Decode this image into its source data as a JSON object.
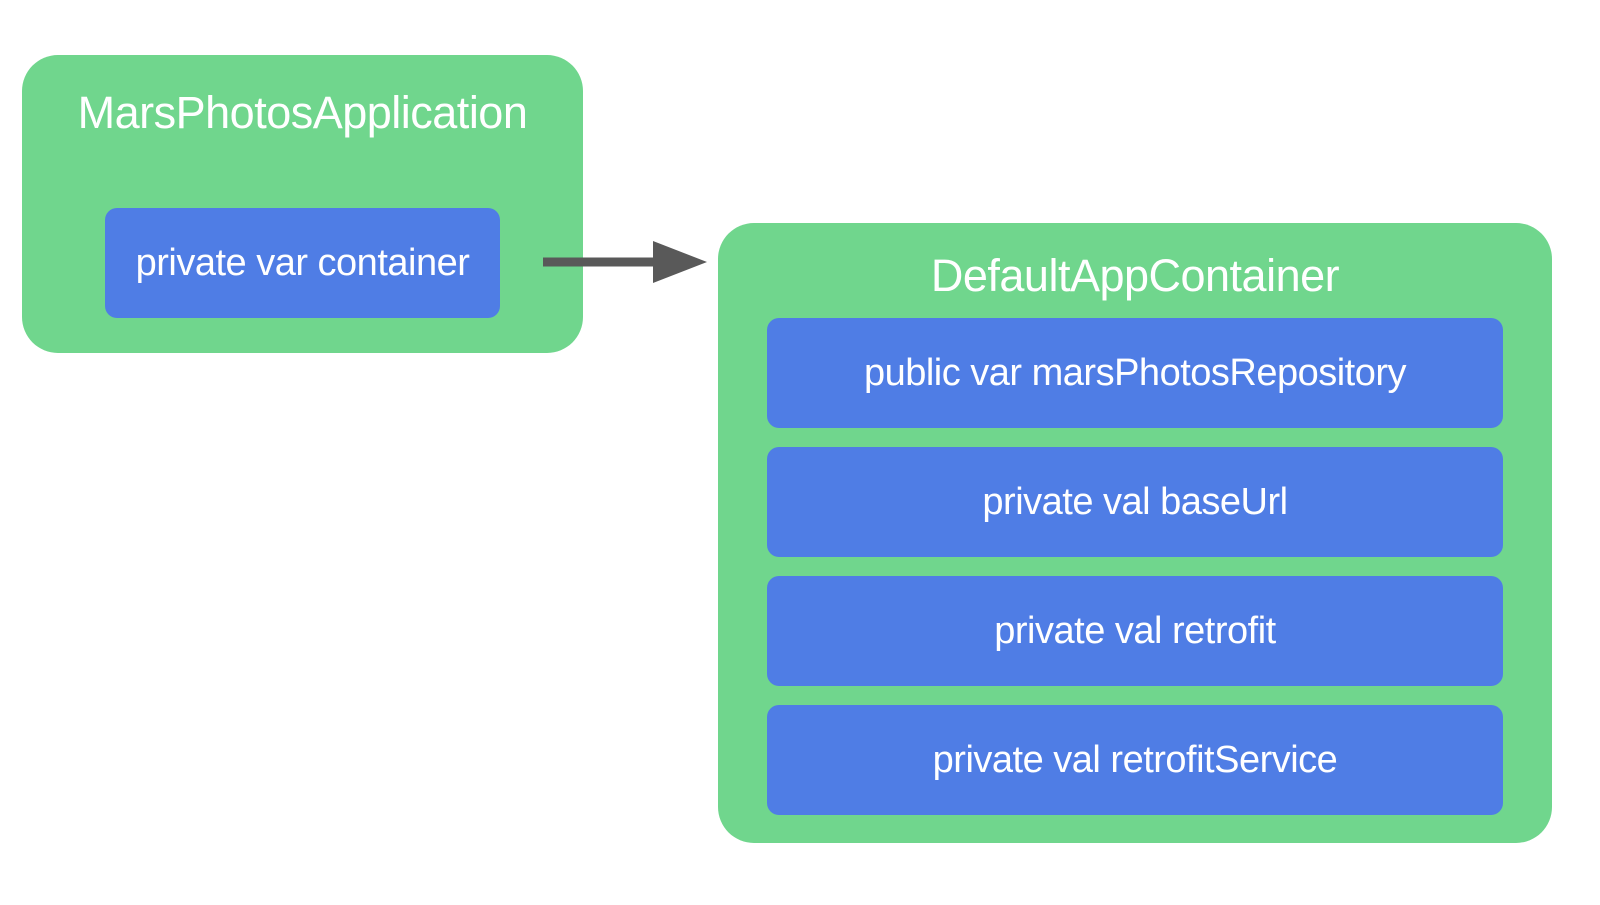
{
  "diagram": {
    "application_box": {
      "title": "MarsPhotosApplication",
      "properties": [
        "private var container"
      ]
    },
    "arrow": {
      "direction": "right",
      "from": "private var container",
      "to": "DefaultAppContainer"
    },
    "container_box": {
      "title": "DefaultAppContainer",
      "properties": [
        "public var marsPhotosRepository",
        "private val baseUrl",
        "private val retrofit",
        "private val retrofitService"
      ]
    },
    "colors": {
      "box_background": "#70d68d",
      "property_background": "#4f7de5",
      "arrow": "#595959",
      "text": "#ffffff",
      "page_background": "#ffffff"
    }
  }
}
